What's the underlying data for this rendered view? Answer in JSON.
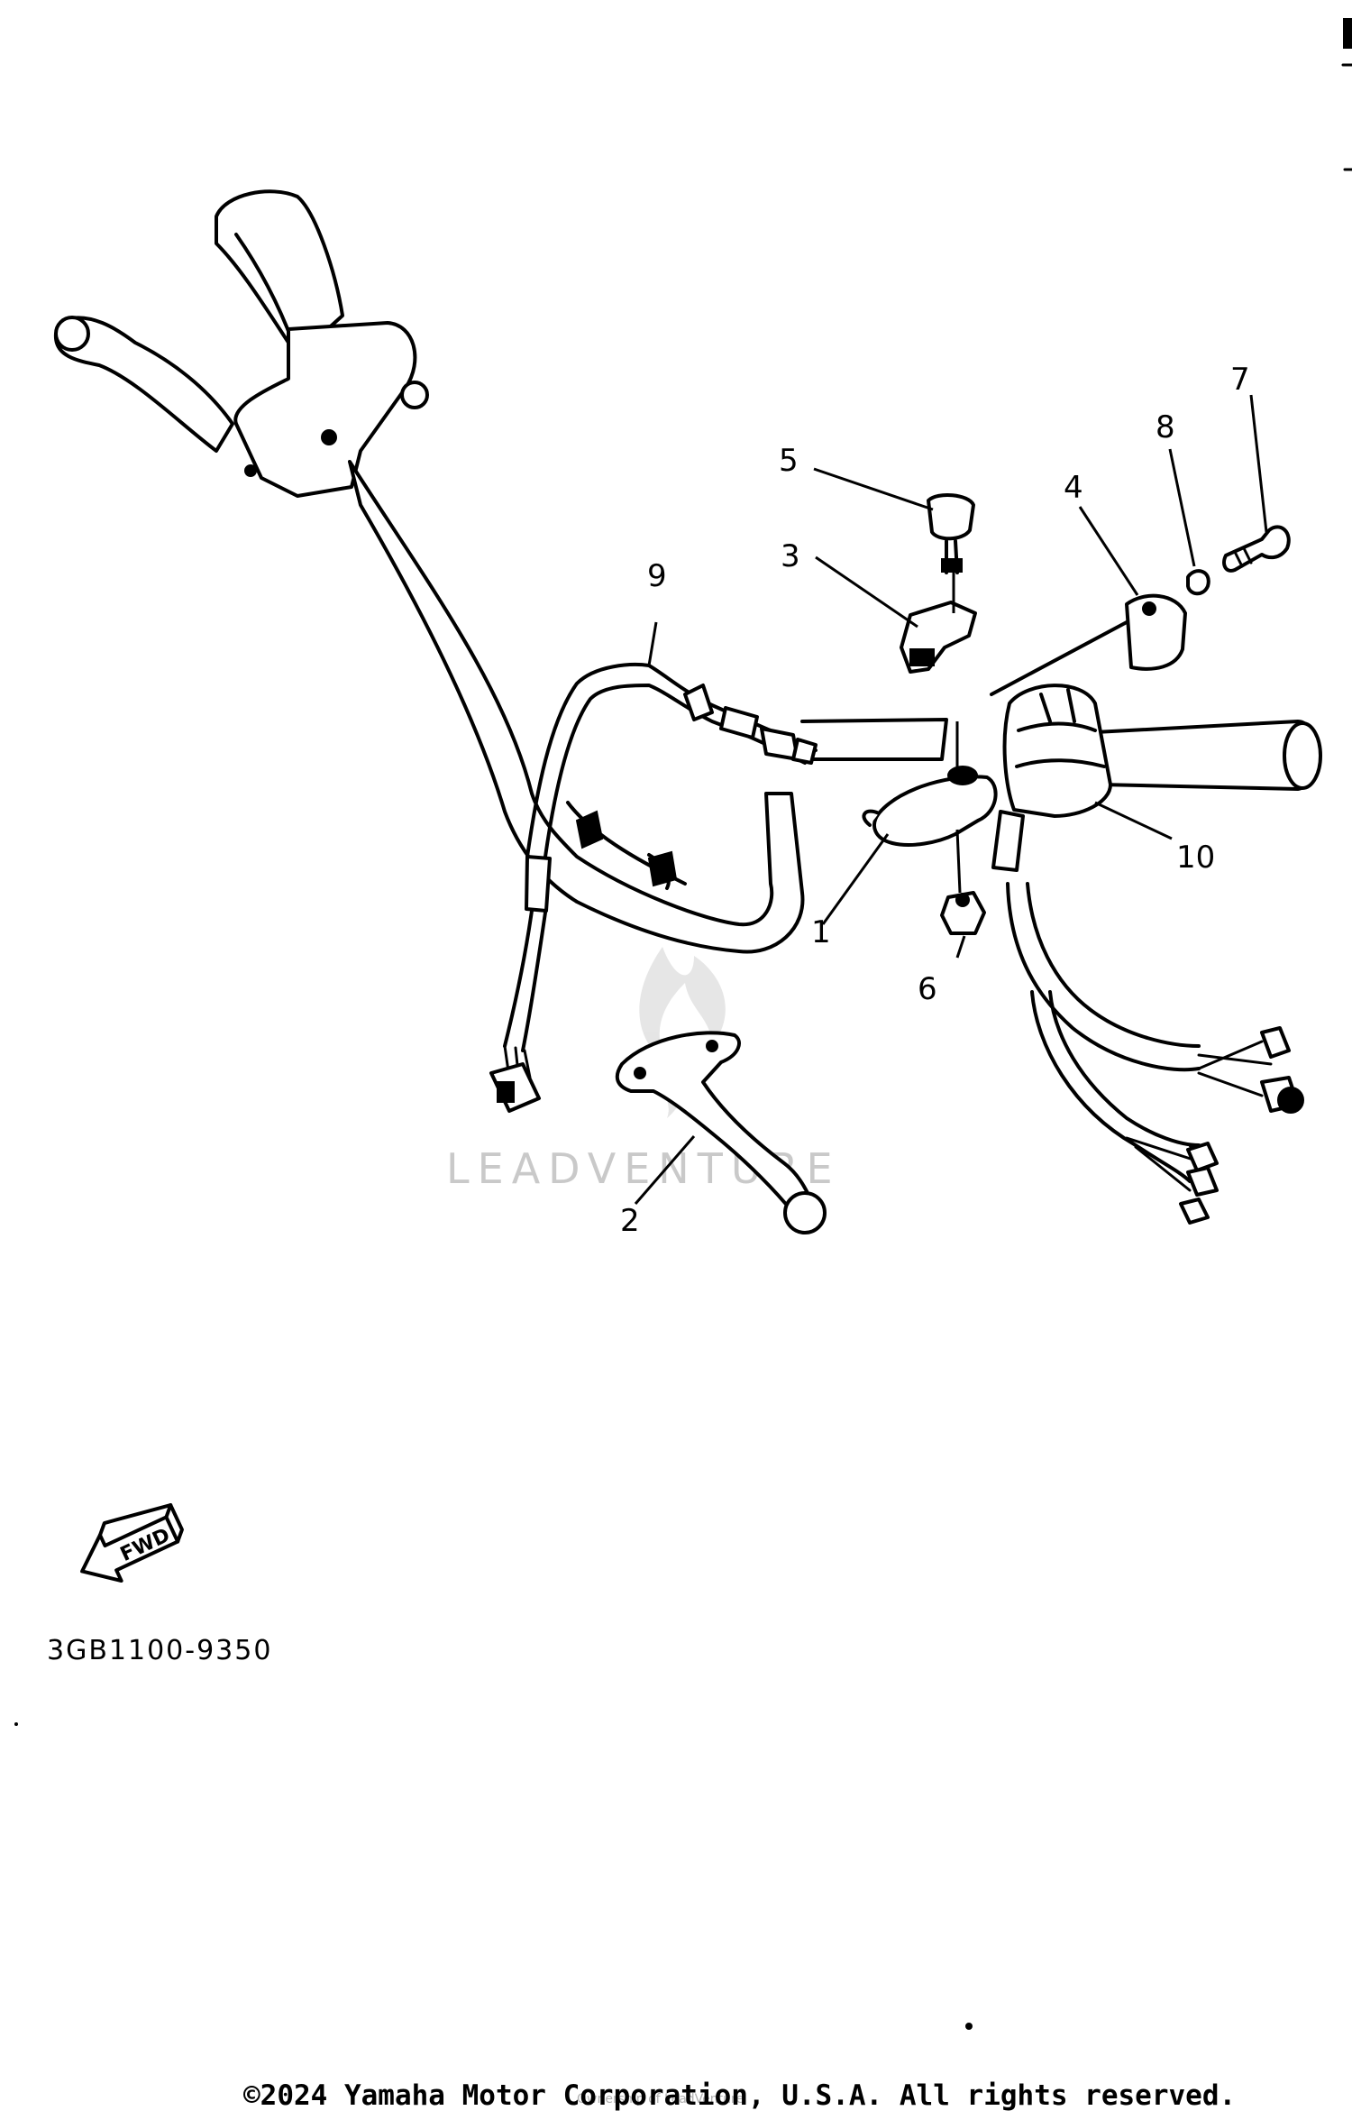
{
  "diagram": {
    "callouts": [
      "1",
      "2",
      "3",
      "4",
      "5",
      "6",
      "7",
      "8",
      "9",
      "10"
    ],
    "direction_badge": "FWD",
    "diagram_code": "3GB1100-9350",
    "watermark": "LEADVENTURE",
    "watermark_line": "Ownership of LeadVenture",
    "copyright": "©2024 Yamaha Motor Corporation, U.S.A. All rights reserved."
  }
}
